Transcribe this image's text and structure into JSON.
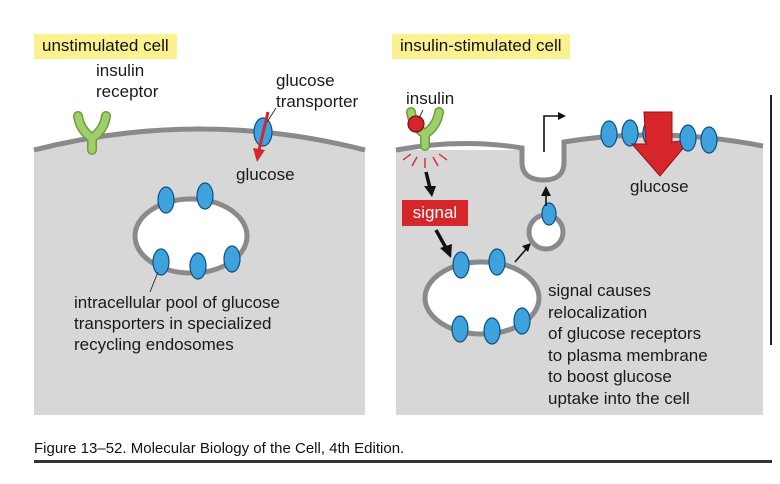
{
  "panels": {
    "left_title": "unstimulated cell",
    "right_title": "insulin-stimulated cell"
  },
  "labels": {
    "insulin_receptor_line1": "insulin",
    "insulin_receptor_line2": "receptor",
    "glucose_transporter_line1": "glucose",
    "glucose_transporter_line2": "transporter",
    "glucose_left": "glucose",
    "pool_line1": "intracellular pool of glucose",
    "pool_line2": "transporters in specialized",
    "pool_line3": "recycling endosomes",
    "insulin": "insulin",
    "signal": "signal",
    "glucose_right": "glucose",
    "relocal_line1": "signal causes",
    "relocal_line2": "relocalization",
    "relocal_line3": "of glucose receptors",
    "relocal_line4": "to plasma membrane",
    "relocal_line5": "to boost glucose",
    "relocal_line6": "uptake into the cell"
  },
  "caption": "Figure 13–52. Molecular Biology of the Cell, 4th Edition.",
  "colors": {
    "cell": "#d7d7d7",
    "membrane": "#8a8a8a",
    "transporter": "#3ea3dd",
    "receptor": "#9fcf6b",
    "arrow_red": "#d6262c",
    "highlight": "#fbf28f"
  }
}
